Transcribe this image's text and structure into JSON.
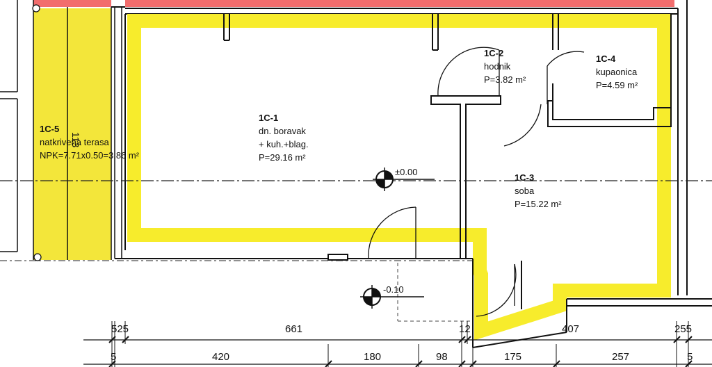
{
  "rooms": [
    {
      "code": "1C-1",
      "lines": [
        "dn. boravak",
        "+ kuh.+blag.",
        "P=29.16 m²"
      ]
    },
    {
      "code": "1C-2",
      "lines": [
        "hodnik",
        "P=3.82 m²"
      ]
    },
    {
      "code": "1C-3",
      "lines": [
        "soba",
        "P=15.22 m²"
      ]
    },
    {
      "code": "1C-4",
      "lines": [
        "kupaonica",
        "P=4.59 m²"
      ]
    },
    {
      "code": "1C-5",
      "lines": [
        "natkrivena terasa",
        "NPK=7.71x0.50=3.86 m²"
      ]
    }
  ],
  "levels": {
    "floor": "±0.00",
    "outside": "-0.10"
  },
  "vertical_dim": "113",
  "dims_top": [
    "525",
    "661",
    "12",
    "407",
    "255"
  ],
  "dims_bottom": [
    "5",
    "420",
    "180",
    "98",
    "175",
    "257",
    "5"
  ],
  "colors": {
    "highlight": "#f7ec2c",
    "terrace": "#f3e63a",
    "red_band": "#f26d6d",
    "wall": "#111111"
  }
}
